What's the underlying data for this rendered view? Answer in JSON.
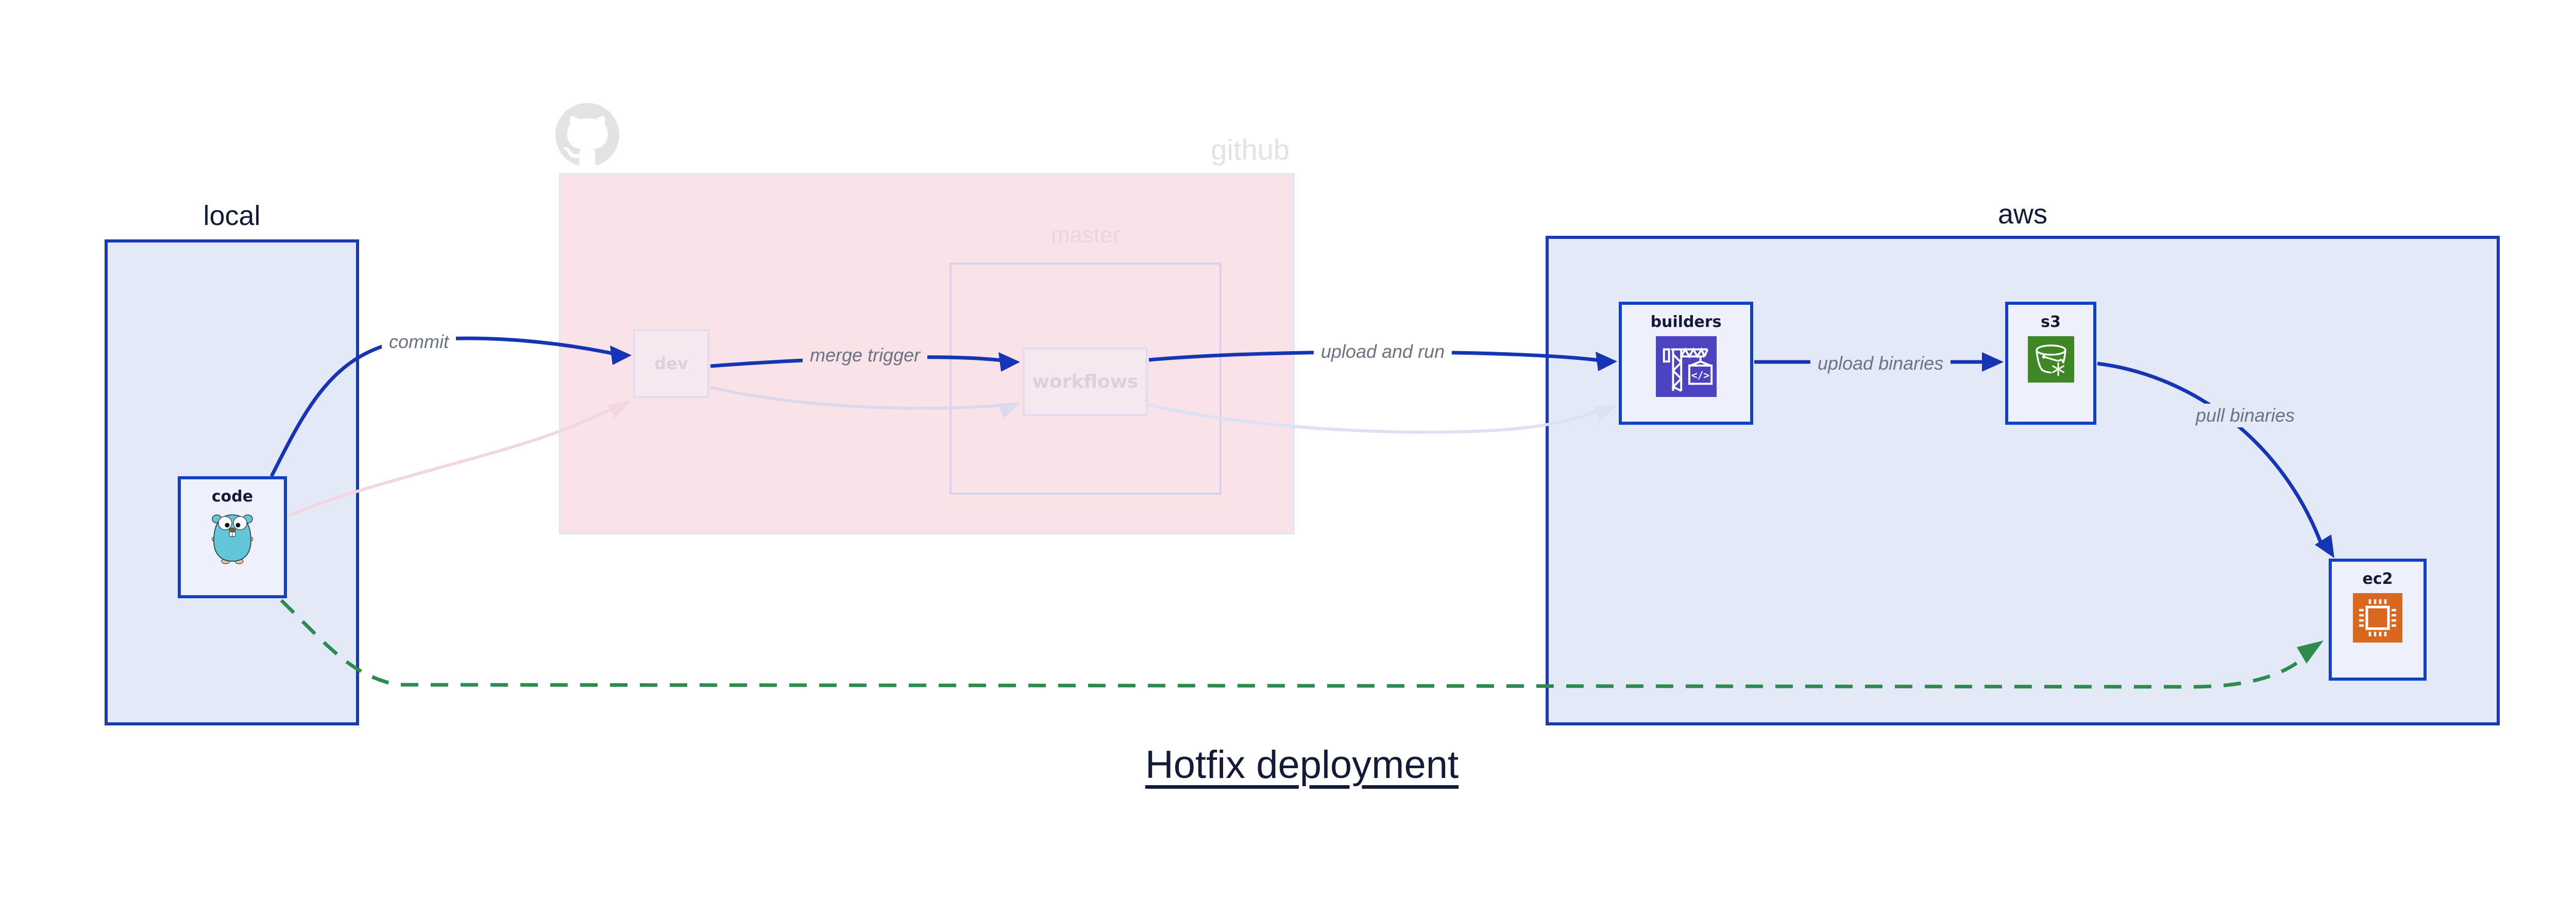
{
  "title": {
    "text": "Hotfix deployment"
  },
  "groups": {
    "local": {
      "label": "local"
    },
    "github": {
      "label": "github"
    },
    "master": {
      "label": "master"
    },
    "aws": {
      "label": "aws"
    }
  },
  "nodes": {
    "code": {
      "label": "code",
      "icon": "go-gopher-icon"
    },
    "dev": {
      "label": "dev"
    },
    "workflows": {
      "label": "workflows"
    },
    "builders": {
      "label": "builders",
      "icon": "aws-codebuild-icon",
      "icon_glyph": "</>"
    },
    "s3": {
      "label": "s3",
      "icon": "aws-s3-glacier-bucket-icon"
    },
    "ec2": {
      "label": "ec2",
      "icon": "aws-ec2-chip-icon"
    }
  },
  "edges": {
    "commit": {
      "label": "commit"
    },
    "merge_trigger": {
      "label": "merge trigger"
    },
    "upload_and_run": {
      "label": "upload and run"
    },
    "upload_binaries": {
      "label": "upload binaries"
    },
    "pull_binaries": {
      "label": "pull binaries"
    }
  },
  "colors": {
    "edge-blue": "#1535b5",
    "node-border-blue": "#1240c4",
    "group-border-blue": "#1b3ab0",
    "group-fill-blue": "#e4e9f8",
    "node-fill": "#eef1fb",
    "github-fill": "#f9e3e9",
    "github-border": "#dde5f6",
    "master-border": "#d8d2e8",
    "faded-node-border": "#e2dcee",
    "faded-node-text": "#ddd0da",
    "faded-pink-edge": "#f3d6e0",
    "faded-lavender-edge": "#ddd9ed",
    "faded-periwinkle-edge": "#dce2f4",
    "green-edge": "#2e8b50",
    "dark-navy-text": "#141b38",
    "edge-label-gray": "#6b7280",
    "github-gray": "#e3e3e6",
    "master-label": "#e7d8df",
    "codebuild-indigo": "#4b43bf",
    "s3-green": "#3f8624",
    "ec2-orange": "#d9671d",
    "gopher-teal": "#63c6d8"
  }
}
